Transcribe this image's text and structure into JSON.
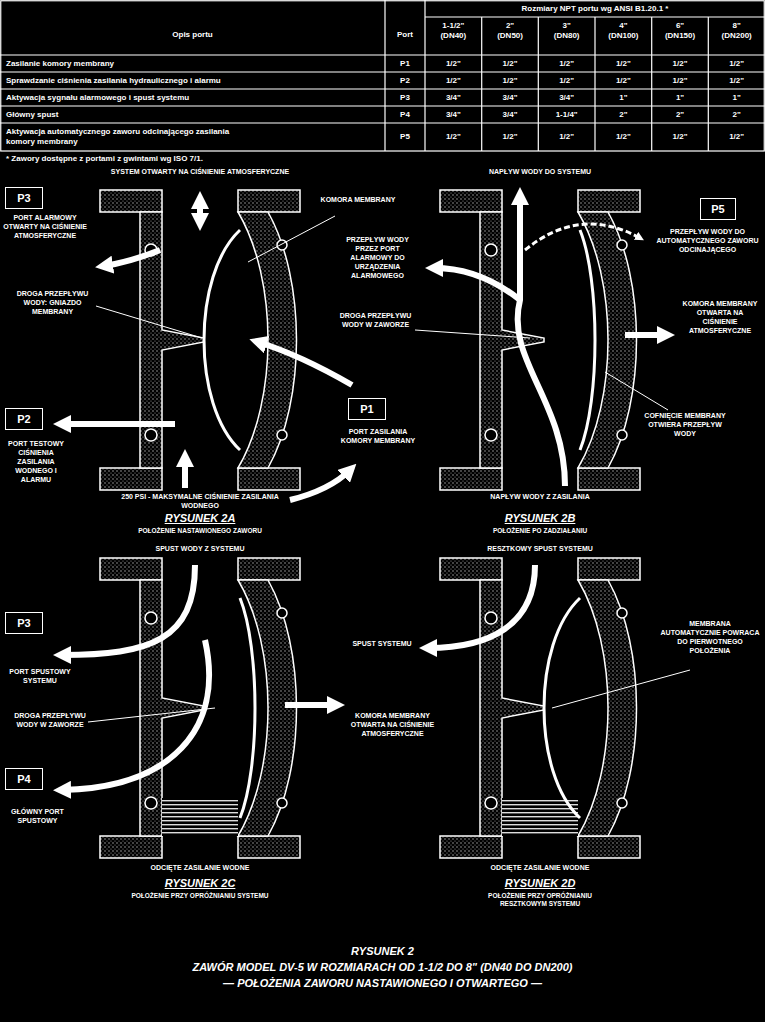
{
  "diagram": {
    "nodes": [
      {
        "text": [
          "P3"
        ]
      },
      {
        "text": [
          "P5"
        ]
      },
      {
        "text": [
          "P1"
        ]
      },
      {
        "text": [
          "P2"
        ]
      },
      {
        "text": [
          "P3"
        ]
      },
      {
        "text": [
          "P4"
        ]
      }
    ],
    "labels": [
      "Opis portu",
      "Port",
      "Rozmiary NPT portu wg ANSI B1.20.1 *",
      "1-1/2\" (DN40)",
      "2\" (DN50)",
      "3\" (DN80)",
      "4\" (DN100)",
      "6\" (DN150)",
      "8\" (DN200)",
      "Zasilanie komory membrany",
      "P1",
      "1/2\"",
      "1/2\"",
      "1/2\"",
      "1/2\"",
      "1/2\"",
      "1/2\"",
      "Sprawdzanie ciśnienia zasilania hydraulicznego i alarmu",
      "P2",
      "1/2\"",
      "1/2\"",
      "1/2\"",
      "1/2\"",
      "1/2\"",
      "1/2\"",
      "Aktywacja sygnału alarmowego i spust systemu",
      "P3",
      "3/4\"",
      "3/4\"",
      "3/4\"",
      "1\"",
      "1\"",
      "1\"",
      "Główny spust",
      "P4",
      "3/4\"",
      "3/4\"",
      "1-1/4\"",
      "2\"",
      "2\"",
      "2\"",
      "Aktywacja automatycznego zaworu odcinającego zasilania komory membrany",
      "P5",
      "1/2\"",
      "1/2\"",
      "1/2\"",
      "1/2\"",
      "1/2\"",
      "1/2\"",
      "* Zawory dostępne z portami z gwintami wg ISO 7/1.",
      "SYSTEM OTWARTY NA CIŚNIENIE ATMOSFERYCZNE",
      "NAPŁYW WODY DO SYSTEMU",
      "KOMORA MEMBRANY",
      "PORT ALARMOWY OTWARTY NA CIŚNIENIE ATMOSFERYCZNE",
      "PRZEPŁYW WODY DO AUTOMATYCZNEGO ZAWORU ODCINAJĄCEGO",
      "PRZEPŁYW WODY PRZEZ PORT ALARMOWY DO URZĄDZENIA ALARMOWEGO",
      "DROGA PRZEPŁYWU WODY: GNIAZDO MEMBRANY",
      "KOMORA MEMBRANY OTWARTA NA CIŚNIENIE ATMOSFERYCZNE",
      "DROGA PRZEPŁYWU WODY W ZAWORZE",
      "COFNIĘCIE MEMBRANY OTWIERA PRZEPŁYW WODY",
      "PORT ZASILANIA KOMORY MEMBRANY",
      "PORT TESTOWY CIŚNIENIA ZASILANIA WODNEGO I ALARMU",
      "250 PSI - MAKSYMALNE CIŚNIENIE ZASILANIA WODNEGO",
      "NAPŁYW WODY Z ZASILANIA",
      "RYSUNEK 2A",
      "POŁOŻENIE NASTAWIONEGO ZAWORU",
      "RYSUNEK 2B",
      "POŁOŻENIE PO ZADZIAŁANIU",
      "SPUST WODY Z SYSTEMU",
      "RESZTKOWY SPUST SYSTEMU",
      "SPUST SYSTEMU",
      "MEMBRANA AUTOMATYCZNIE POWRACA DO PIERWOTNEGO POŁOŻENIA",
      "PORT SPUSTOWY SYSTEMU",
      "DROGA PRZEPŁYWU WODY W ZAWORZE",
      "KOMORA MEMBRANY OTWARTA NA CIŚNIENIE ATMOSFERYCZNE",
      "GŁÓWNY PORT SPUSTOWY",
      "ODCIĘTE ZASILANIE WODNE",
      "ODCIĘTE ZASILANIE WODNE",
      "RYSUNEK 2C",
      "POŁOŻENIE PRZY OPRÓŻNIANIU SYSTEMU",
      "RYSUNEK 2D",
      "POŁOŻENIE PRZY OPRÓŻNIANIU RESZTKOWYM SYSTEMU",
      "RYSUNEK 2",
      "ZAWÓR MODEL DV-5 W ROZMIARACH OD 1-1/2 DO 8\" (DN40 DO DN200)",
      "— POŁOŻENIA ZAWORU NASTAWIONEGO I OTWARTEGO —"
    ]
  }
}
